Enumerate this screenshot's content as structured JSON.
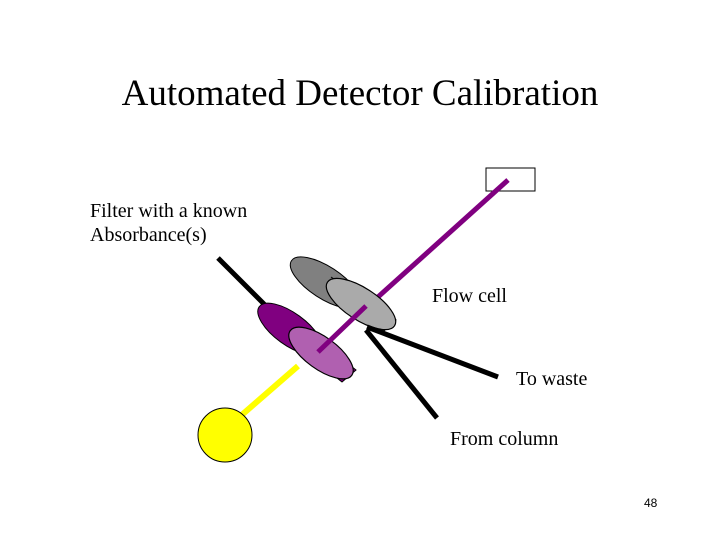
{
  "slide": {
    "title": "Automated Detector Calibration",
    "page_number": "48"
  },
  "labels": {
    "filter_line1": "Filter with a known",
    "filter_line2": "Absorbance(s)",
    "flow_cell": "Flow cell",
    "to_waste": "To waste",
    "from_column": "From column"
  },
  "colors": {
    "lamp": "#ffff00",
    "light_beam_in": "#ffff00",
    "light_beam_out": "#800080",
    "filter": "#800080",
    "flow_cell": "#999999",
    "tubing": "#000000"
  }
}
